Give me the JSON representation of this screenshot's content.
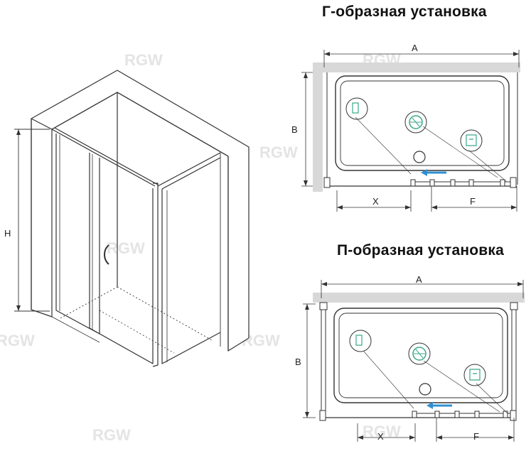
{
  "titles": {
    "l_shape": "Г-образная установка",
    "u_shape": "П-образная установка"
  },
  "dimensions": {
    "height": "H",
    "width": "A",
    "depth": "B",
    "door_opening": "X",
    "fixed_panel": "F"
  },
  "watermark": "RGW",
  "colors": {
    "line": "#333333",
    "wall": "#d6d6d6",
    "tray": "#444444",
    "arrow": "#2f8fd0",
    "icon": "#3aa88a"
  }
}
